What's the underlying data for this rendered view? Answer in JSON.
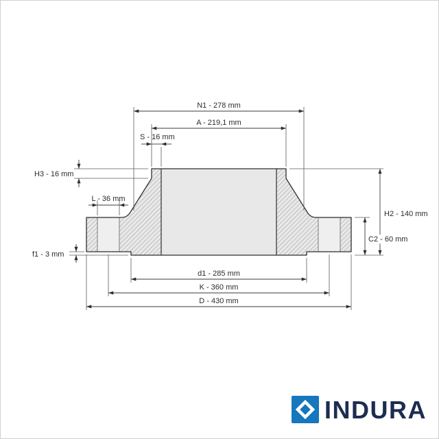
{
  "page": {
    "background": "#ffffff",
    "border_color": "#cfcfcf"
  },
  "diagram": {
    "type": "weld-neck-flange-cross-section",
    "line_color": "#2f2f2f",
    "fill_color": "#e8e8e8",
    "hatch_color": "#8f8f8f",
    "bolt_hole_fill": "#efefef",
    "dimensions": {
      "n1": "N1 - 278 mm",
      "a": "A - 219,1 mm",
      "s": "S - 16 mm",
      "h3": "H3 - 16 mm",
      "l": "L - 36 mm",
      "f1": "f1 - 3 mm",
      "h2": "H2 - 140 mm",
      "c2": "C2 - 60 mm",
      "d1": "d1 - 285 mm",
      "k": "K - 360 mm",
      "d": "D - 430 mm"
    }
  },
  "logo": {
    "text": "INDURA",
    "icon_color": "#1577be",
    "text_color": "#1d2d50"
  }
}
